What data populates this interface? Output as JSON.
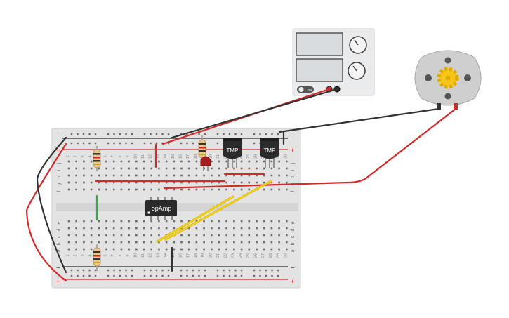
{
  "colors": {
    "background": "#ffffff",
    "board": "#e3e3e3",
    "rail_red": "#d62b2b",
    "rail_black": "#2a2a2a",
    "wire_red": "#d42a2a",
    "wire_black": "#333333",
    "wire_yellow": "#f2d11c",
    "wire_green": "#3aa84a",
    "chip": "#2a2a2a",
    "supply_body": "#e9ebec",
    "motor_body": "#cfcfcf",
    "gear": "#f5c518"
  },
  "power_supply": {
    "on_label": "ON"
  },
  "breadboard": {
    "rail_minus": "−",
    "rail_plus": "+",
    "row_letters_top": [
      "j",
      "i",
      "h",
      "g",
      "f"
    ],
    "row_letters_bottom": [
      "e",
      "d",
      "c",
      "b",
      "a"
    ],
    "column_numbers": [
      "1",
      "2",
      "3",
      "4",
      "5",
      "6",
      "7",
      "8",
      "9",
      "10",
      "11",
      "12",
      "13",
      "14",
      "15",
      "16",
      "17",
      "18",
      "19",
      "20",
      "21",
      "22",
      "23",
      "24",
      "25",
      "26",
      "27",
      "28",
      "29",
      "30"
    ]
  },
  "components": {
    "sensor_1_label": "TMP",
    "sensor_2_label": "TMP",
    "opamp_label": "opAmp"
  },
  "icons": {
    "power_switch": "toggle-switch-icon",
    "motor_gear": "gear-icon",
    "knob": "rotary-knob-icon"
  }
}
